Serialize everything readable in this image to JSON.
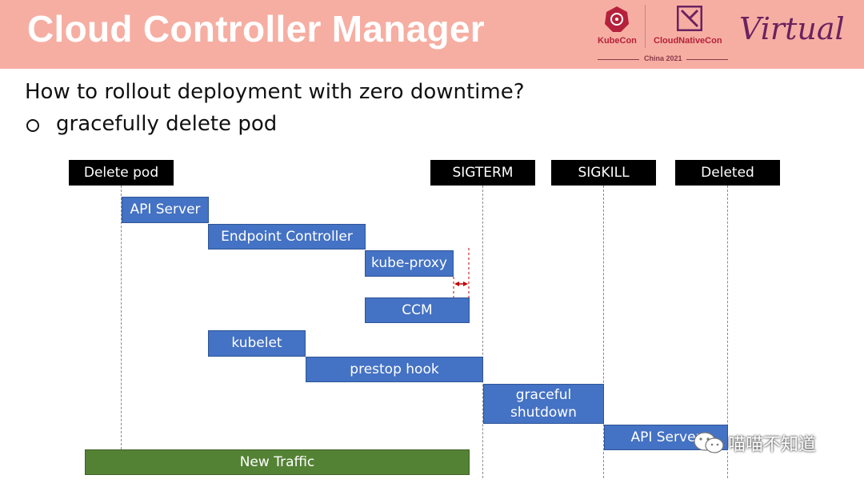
{
  "header": {
    "title": "Cloud Controller Manager",
    "kubecon": "KubeCon",
    "cncf": "CloudNativeCon",
    "event": "China 2021",
    "virtual": "Virtual"
  },
  "content": {
    "question": "How to rollout deployment with zero downtime?",
    "bullet": "gracefully delete pod"
  },
  "events": {
    "delete_pod": "Delete pod",
    "sigterm": "SIGTERM",
    "sigkill": "SIGKILL",
    "deleted": "Deleted"
  },
  "steps": {
    "api_server": "API Server",
    "endpoint_controller": "Endpoint Controller",
    "kube_proxy": "kube-proxy",
    "ccm": "CCM",
    "kubelet": "kubelet",
    "prestop_hook": "prestop hook",
    "graceful_line1": "graceful",
    "graceful_line2": "shutdown",
    "api_server_2": "API Server",
    "new_traffic": "New Traffic"
  },
  "watermark": {
    "text": "喵喵不知道"
  },
  "colors": {
    "header_bg": "#f6aea2",
    "box_blue": "#4472c4",
    "box_green": "#548235",
    "marker_red": "#c00000"
  }
}
